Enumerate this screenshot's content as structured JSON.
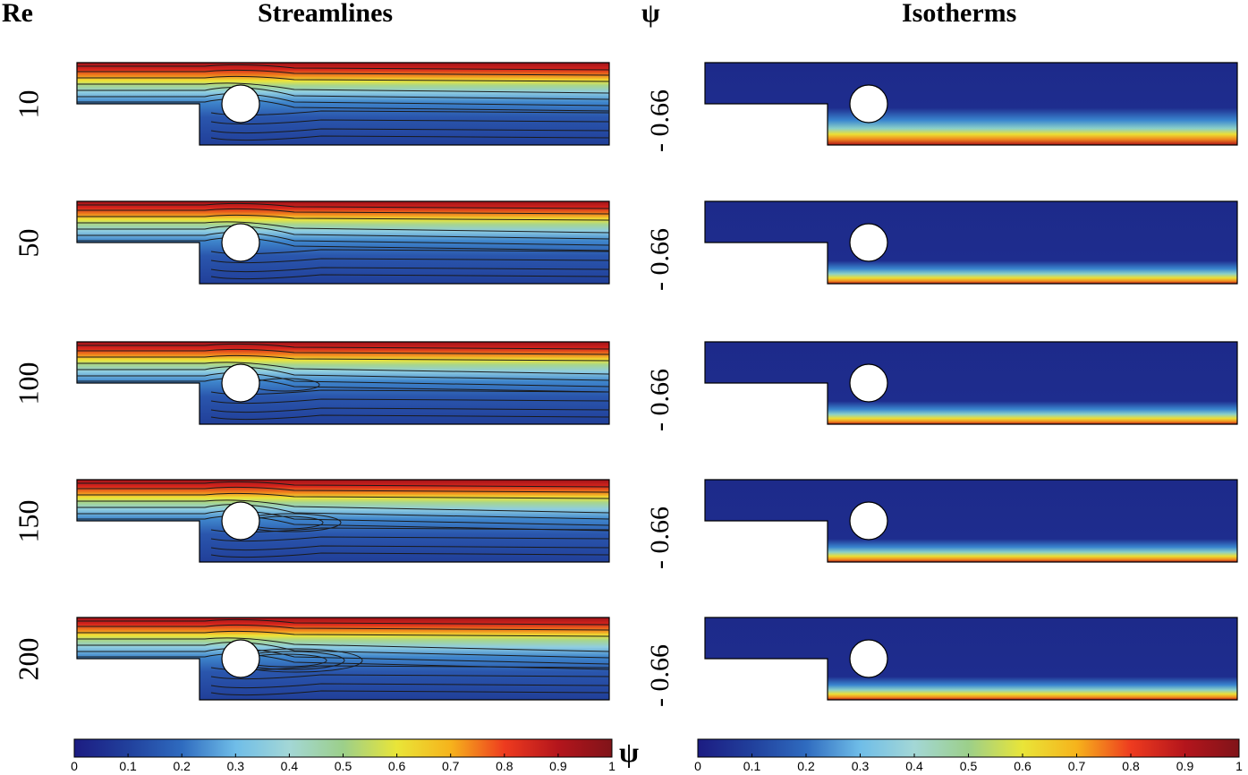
{
  "headers": {
    "re": "Re",
    "streamlines": "Streamlines",
    "psi": "ψ",
    "isotherms": "Isotherms"
  },
  "rows": [
    {
      "re": "10",
      "psi": "- 0.66"
    },
    {
      "re": "50",
      "psi": "- 0.66"
    },
    {
      "re": "100",
      "psi": "- 0.66"
    },
    {
      "re": "150",
      "psi": "- 0.66"
    },
    {
      "re": "200",
      "psi": "- 0.66"
    }
  ],
  "colorbar_streamlines": {
    "symbol": "ψ",
    "ticks": [
      "0",
      "0.1",
      "0.2",
      "0.3",
      "0.4",
      "0.5",
      "0.6",
      "0.7",
      "0.8",
      "0.9",
      "1"
    ]
  },
  "colorbar_isotherms": {
    "ticks": [
      "0",
      "0.1",
      "0.2",
      "0.3",
      "0.4",
      "0.5",
      "0.6",
      "0.7",
      "0.8",
      "0.9",
      "1"
    ]
  },
  "colors": {
    "jet": [
      "#1c1c82",
      "#21409c",
      "#2f6bbf",
      "#6fbde8",
      "#a3d7d6",
      "#9ccf8a",
      "#e9e538",
      "#f6b31c",
      "#ee3b1f",
      "#b4151c",
      "#801419"
    ],
    "outline": "#000000"
  }
}
